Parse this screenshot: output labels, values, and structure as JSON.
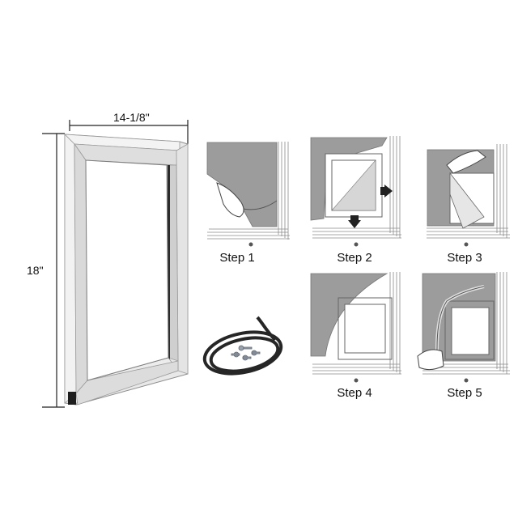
{
  "dimensions": {
    "width_label": "14-1/8\"",
    "height_label": "18\""
  },
  "steps": [
    {
      "label": "Step 1"
    },
    {
      "label": "Step 2"
    },
    {
      "label": "Step 3"
    },
    {
      "label": "Step 4"
    },
    {
      "label": "Step 5"
    }
  ],
  "colors": {
    "frame": "#e6e6e6",
    "frame_edge": "#9a9a9a",
    "film": "#9c9c9c",
    "gasket": "#2a2a2a",
    "arrow": "#222222"
  }
}
